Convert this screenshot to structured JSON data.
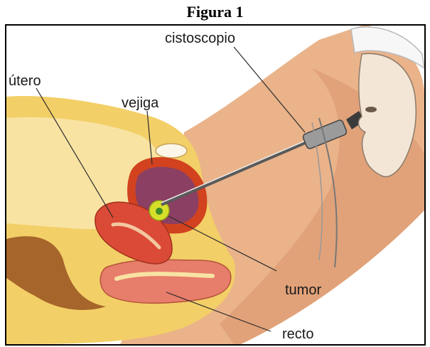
{
  "figure": {
    "caption": "Figura 1"
  },
  "labels": {
    "cystoscope": "cistoscopio",
    "uterus": "útero",
    "bladder": "vejiga",
    "tumor": "tumor",
    "rectum": "recto"
  },
  "colors": {
    "skin": "#eab38a",
    "skin_shadow": "#d88f63",
    "pelvis_yellow": "#f3cf67",
    "pelvis_light": "#f8e3a2",
    "bladder_wall": "#d2421f",
    "bladder_inside": "#8b3f62",
    "uterus": "#db4a36",
    "tumor": "#d6e02a",
    "rectum": "#e77d6b"
  }
}
